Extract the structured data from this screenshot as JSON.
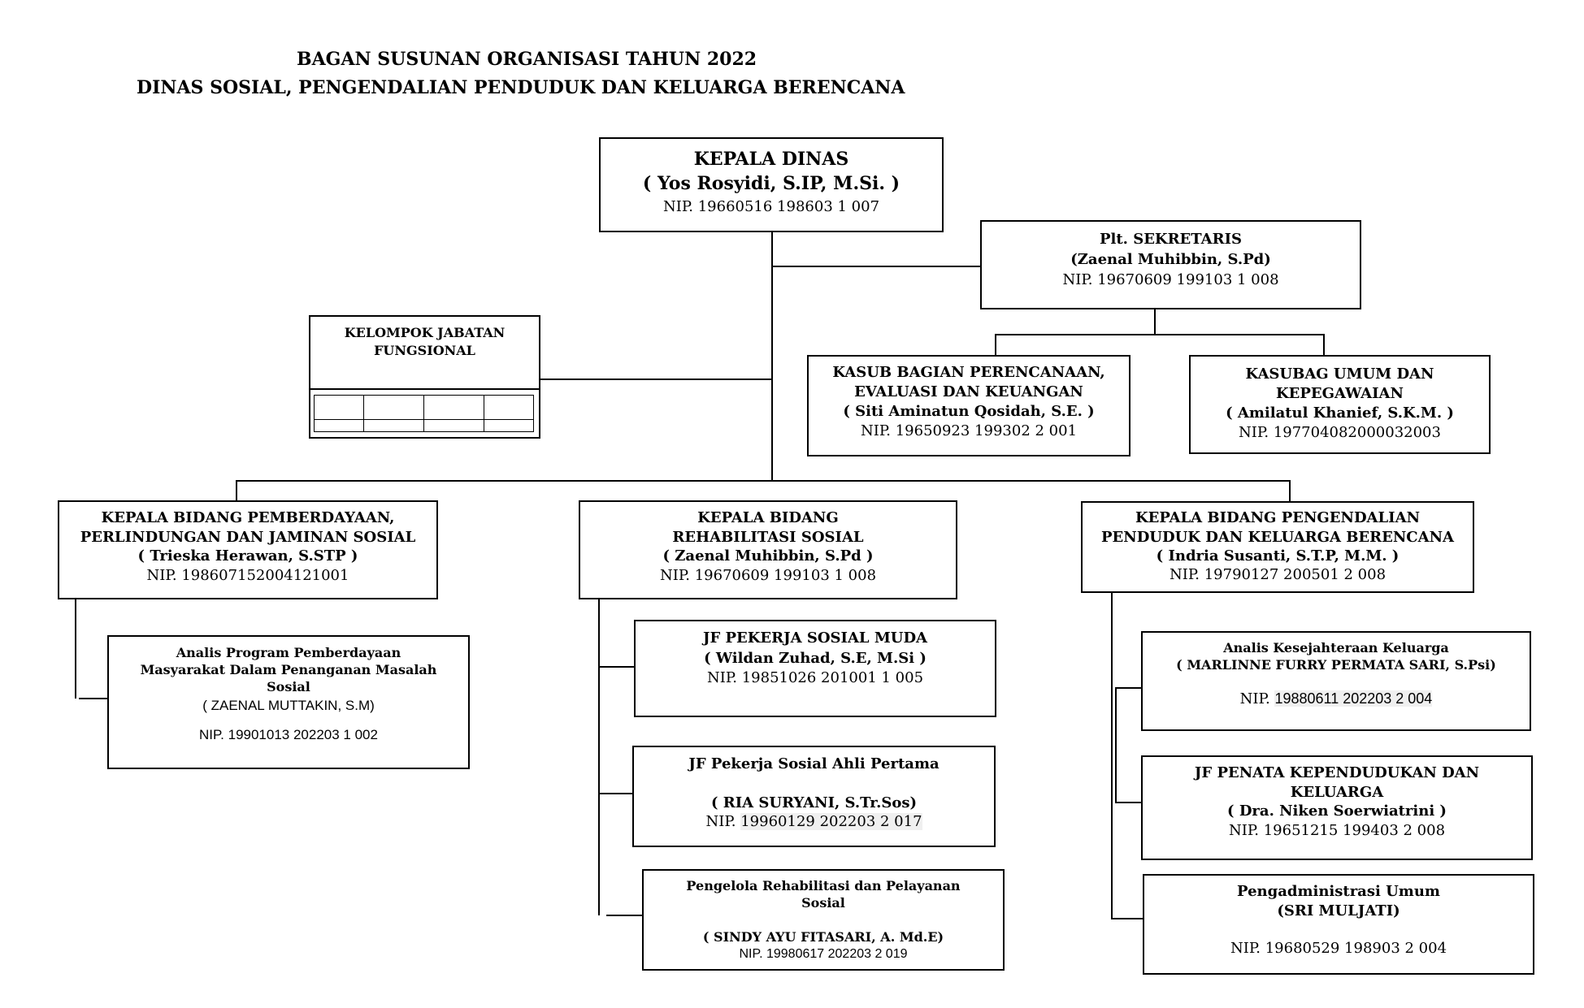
{
  "title": {
    "line1": "BAGAN SUSUNAN ORGANISASI TAHUN 2022",
    "line2": "DINAS SOSIAL, PENGENDALIAN PENDUDUK DAN KELUARGA BERENCANA"
  },
  "kepala_dinas": {
    "role": "KEPALA DINAS",
    "name": "( Yos Rosyidi, S.IP, M.Si. )",
    "nip": "NIP. 19660516 198603 1 007"
  },
  "sekretaris": {
    "role": "Plt. SEKRETARIS",
    "name": "(Zaenal Muhibbin, S.Pd)",
    "nip": "NIP. 19670609 199103 1 008"
  },
  "fungsional": {
    "line1": "KELOMPOK JABATAN",
    "line2": "FUNGSIONAL"
  },
  "kasub_perencanaan": {
    "role_line1": "KASUB BAGIAN PERENCANAAN,",
    "role_line2": "EVALUASI DAN KEUANGAN",
    "name": "( Siti Aminatun Qosidah, S.E. )",
    "nip": "NIP. 19650923 199302 2 001"
  },
  "kasubag_umum": {
    "role_line1": "KASUBAG UMUM DAN",
    "role_line2": "KEPEGAWAIAN",
    "name": "( Amilatul Khanief, S.K.M. )",
    "nip": "NIP. 197704082000032003"
  },
  "bidang_pemberdayaan": {
    "role_line1": "KEPALA BIDANG PEMBERDAYAAN,",
    "role_line2": "PERLINDUNGAN DAN JAMINAN SOSIAL",
    "name": "( Trieska Herawan, S.STP )",
    "nip": "NIP. 198607152004121001"
  },
  "bidang_rehabilitasi": {
    "role_line1": "KEPALA BIDANG",
    "role_line2": "REHABILITASI SOSIAL",
    "name": "( Zaenal Muhibbin, S.Pd )",
    "nip": "NIP. 19670609 199103 1 008"
  },
  "bidang_pengendalian": {
    "role_line1": "KEPALA BIDANG PENGENDALIAN",
    "role_line2": "PENDUDUK DAN KELUARGA BERENCANA",
    "name": "( Indria Susanti, S.T.P, M.M. )",
    "nip": "NIP. 19790127 200501 2 008"
  },
  "analis_program": {
    "role_line1": "Analis Program Pemberdayaan",
    "role_line2": "Masyarakat Dalam Penanganan Masalah",
    "role_line3": "Sosial",
    "name": "( ZAENAL MUTTAKIN, S.M)",
    "nip": "NIP. 19901013 202203 1 002"
  },
  "jf_pekerja_muda": {
    "role": "JF PEKERJA SOSIAL MUDA",
    "name": "( Wildan Zuhad, S.E, M.Si )",
    "nip": "NIP. 19851026 201001 1 005"
  },
  "jf_pekerja_pertama": {
    "role": "JF Pekerja Sosial Ahli Pertama",
    "name": "( RIA SURYANI, S.Tr.Sos)",
    "nip_prefix": "NIP.",
    "nip": "19960129 202203 2 017"
  },
  "pengelola_rehabilitasi": {
    "role_line1": "Pengelola Rehabilitasi dan Pelayanan",
    "role_line2": "Sosial",
    "name": "( SINDY AYU FITASARI, A. Md.E)",
    "nip": "NIP. 19980617 202203 2 019"
  },
  "analis_kesejahteraan": {
    "role": "Analis Kesejahteraan Keluarga",
    "name": "( MARLINNE FURRY PERMATA SARI, S.Psi)",
    "nip_prefix": "NIP.",
    "nip": "19880611 202203 2 004"
  },
  "jf_penata": {
    "role_line1": "JF PENATA KEPENDUDUKAN DAN",
    "role_line2": "KELUARGA",
    "name": "( Dra. Niken Soerwiatrini )",
    "nip": "NIP. 19651215 199403 2 008"
  },
  "pengadministrasi": {
    "role": "Pengadministrasi Umum",
    "name": "(SRI MULJATI)",
    "nip": "NIP. 19680529 198903 2 004"
  }
}
